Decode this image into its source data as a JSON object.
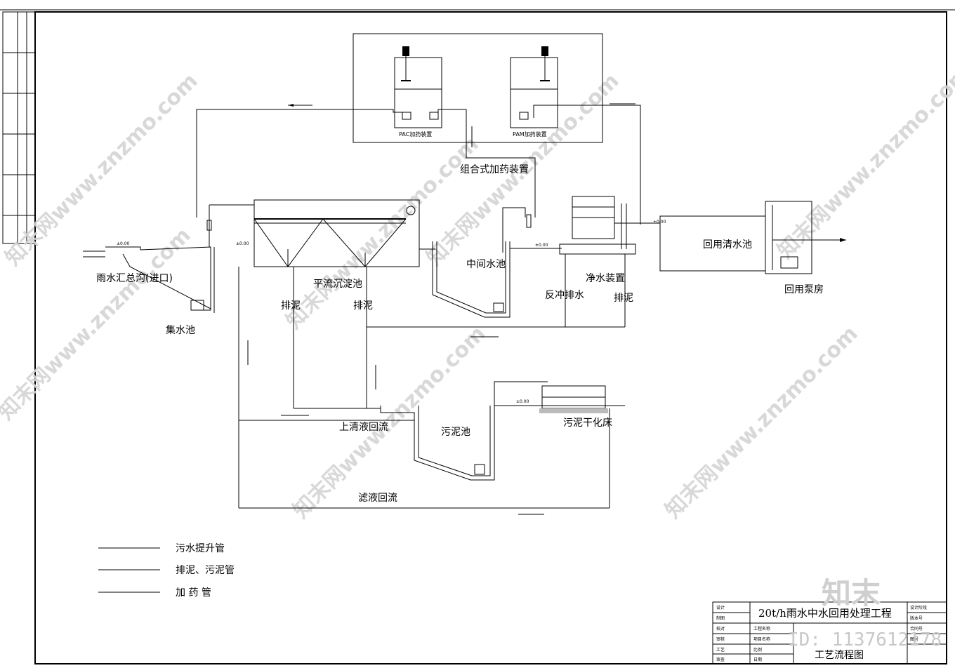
{
  "drawing": {
    "project_title": "20t/h雨水中水回用处理工程",
    "drawing_name": "工艺流程图"
  },
  "dosing": {
    "pac_label": "PAC加药装置",
    "pam_label": "PAM加药装置",
    "combined_label": "组合式加药装置"
  },
  "units": {
    "inlet": "雨水汇总沟(进口)",
    "collection_tank": "集水池",
    "settling_tank": "平流沉淀池",
    "intermediate_tank": "中间水池",
    "purifier": "净水装置",
    "reuse_tank": "回用清水池",
    "pump_room": "回用泵房",
    "sludge_tank": "污泥池",
    "drying_bed": "污泥干化床"
  },
  "flows": {
    "sludge_discharge_1": "排泥",
    "sludge_discharge_2": "排泥",
    "sludge_discharge_3": "排泥",
    "backwash": "反冲排水",
    "supernatant_return": "上清液回流",
    "filtrate_return": "滤液回流"
  },
  "legend": {
    "items": [
      {
        "label": "污水提升管"
      },
      {
        "label": "排泥、污泥管"
      },
      {
        "label": "加 药 管"
      }
    ]
  },
  "title_block": {
    "left_rows": [
      "设计",
      "制图",
      "校对",
      "审核",
      "工艺",
      "审查"
    ],
    "mid_rows": [
      "工程名称",
      "项目名称",
      "比例",
      "日期"
    ],
    "right_rows": [
      "设计阶段",
      "版本号",
      "合同号",
      "图号"
    ]
  },
  "levels": {
    "inlet": "±0.00",
    "collection": "±0.00",
    "settling": "±0.00",
    "purifier": "±0.00",
    "drying": "±0.00"
  },
  "watermark": {
    "text": "知末网www.znzmo.com",
    "brand": "知末",
    "id": "ID: 1137612178"
  }
}
